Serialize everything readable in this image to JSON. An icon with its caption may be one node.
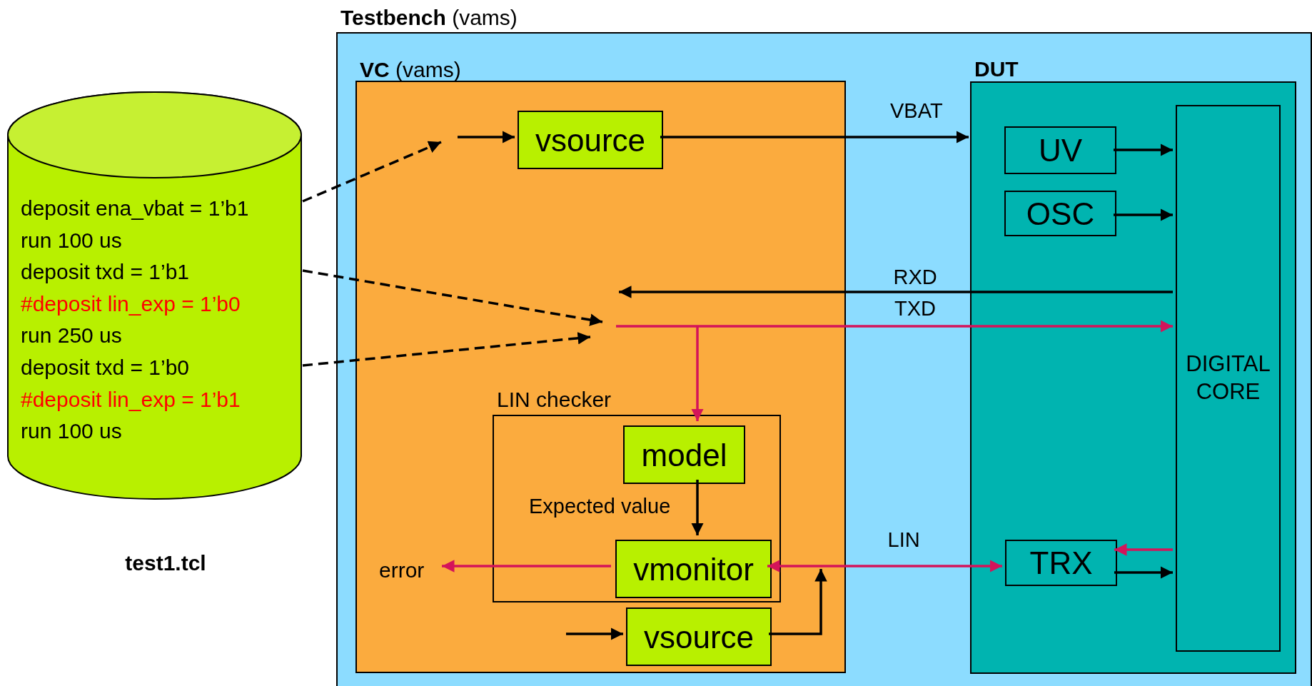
{
  "diagram": {
    "nodes": [
      {
        "text": [
          "**Testbench** (vams)"
        ]
      },
      {
        "text": [
          "**VC** (vams)"
        ],
        "in": 0
      },
      {
        "text": [
          "vsource"
        ],
        "in": 1
      },
      {
        "text": [
          "LIN checker"
        ],
        "in": 1
      },
      {
        "text": [
          "model"
        ],
        "in": 3
      },
      {
        "text": [
          "vmonitor"
        ],
        "in": 3
      },
      {
        "text": [
          "vsource"
        ],
        "in": 1
      },
      {
        "text": [
          "**DUT**"
        ],
        "in": 0
      },
      {
        "text": [
          "UV"
        ],
        "in": 7
      },
      {
        "text": [
          "OSC"
        ],
        "in": 7
      },
      {
        "text": [
          "DIGITAL CORE"
        ],
        "in": 7
      },
      {
        "text": [
          "TRX"
        ],
        "in": 7
      },
      {
        "text": [
          "deposit ena_vbat = 1’b1",
          "run 100 us",
          "deposit txd = 1’b1",
          "#deposit lin_exp = 1’b0",
          "run 250 us",
          "deposit txd = 1’b0",
          "#deposit lin_exp = 1’b1",
          "run 100 us"
        ],
        "beside": [
          "test1.tcl"
        ]
      },
      {
        "text": [
          "error"
        ],
        "in": 1
      }
    ],
    "edges": [
      {
        "from": 12,
        "to": null,
        "arrow": "to",
        "style": "dashed"
      },
      {
        "from": null,
        "to": 2,
        "arrow": "to"
      },
      {
        "from": 12,
        "to": null,
        "arrow": "to",
        "style": "dashed"
      },
      {
        "from": 12,
        "to": null,
        "arrow": "to",
        "style": "dashed"
      },
      {
        "from": 2,
        "to": 7,
        "arrow": "to",
        "label": "VBAT"
      },
      {
        "from": 8,
        "to": 10,
        "arrow": "to"
      },
      {
        "from": 9,
        "to": 10,
        "arrow": "to"
      },
      {
        "from": 10,
        "to": null,
        "arrow": "to",
        "label": "RXD"
      },
      {
        "from": null,
        "to": 10,
        "arrow": "to",
        "label": "TXD",
        "color": "#d4145a"
      },
      {
        "from": null,
        "to": 4,
        "arrow": "to",
        "color": "#d4145a"
      },
      {
        "from": 4,
        "to": 5,
        "arrow": "to",
        "label": "Expected value"
      },
      {
        "from": 5,
        "to": 13,
        "arrow": "to",
        "color": "#d4145a"
      },
      {
        "from": 5,
        "to": 11,
        "arrow": "both",
        "label": "LIN",
        "color": "#d4145a"
      },
      {
        "from": null,
        "to": 6,
        "arrow": "to"
      },
      {
        "from": 6,
        "to": null,
        "arrow": "to"
      },
      {
        "from": 10,
        "to": 11,
        "arrow": "to",
        "color": "#d4145a"
      },
      {
        "from": 11,
        "to": 10,
        "arrow": "to"
      }
    ]
  }
}
